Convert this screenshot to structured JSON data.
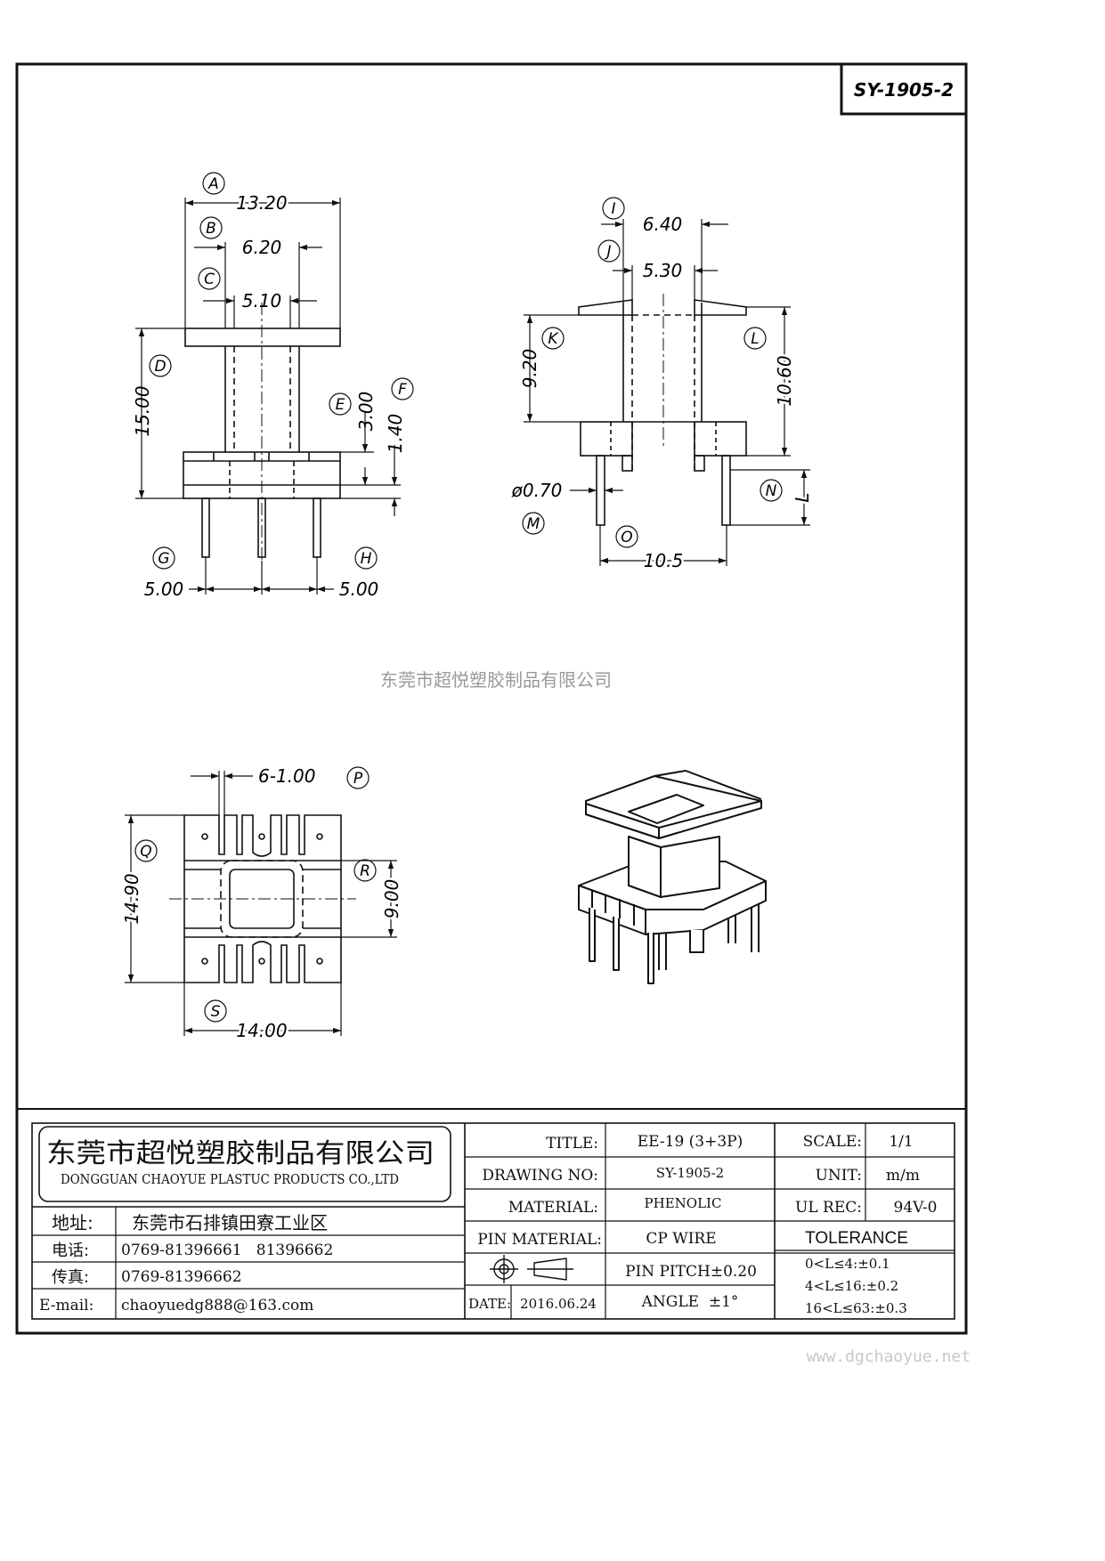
{
  "drawing_code": "SY-1905-2",
  "watermark": "东莞市超悦塑胶制品有限公司",
  "footer_url": "www.dgchaoyue.net",
  "front_view": {
    "dims": {
      "a": "13.20",
      "b": "6.20",
      "c": "5.10",
      "d": "15.00",
      "e": "3.00",
      "f": "1.40",
      "g": "5.00",
      "h": "5.00"
    },
    "labels": [
      "A",
      "B",
      "C",
      "D",
      "E",
      "F",
      "G",
      "H"
    ]
  },
  "side_view": {
    "dims": {
      "i": "6.40",
      "j": "5.30",
      "k": "9.20",
      "l": "10.60",
      "m": "ø0.70",
      "n": "L",
      "o": "10.5"
    },
    "labels": [
      "I",
      "J",
      "K",
      "L",
      "M",
      "N",
      "O"
    ]
  },
  "bottom_view": {
    "dims": {
      "p": "6-1.00",
      "q": "14.90",
      "r": "9.00",
      "s": "14.00"
    },
    "labels": [
      "P",
      "Q",
      "R",
      "S"
    ]
  },
  "title_block": {
    "company_cn": "东莞市超悦塑胶制品有限公司",
    "company_en": "DONGGUAN CHAOYUE PLASTUC PRODUCTS CO.,LTD",
    "address_label": "地址:",
    "address": "东莞市石排镇田寮工业区",
    "phone_label": "电话:",
    "phone": "0769-81396661   81396662",
    "fax_label": "传真:",
    "fax": "0769-81396662",
    "email_label": "E-mail:",
    "email": "chaoyuedg888@163.com",
    "title_label": "TITLE:",
    "title": "EE-19 (3+3P)",
    "drawing_no_label": "DRAWING NO:",
    "drawing_no": "SY-1905-2",
    "material_label": "MATERIAL:",
    "material": "PHENOLIC",
    "pin_material_label": "PIN MATERIAL:",
    "pin_material": "CP WIRE",
    "pin_pitch": "PIN PITCH±0.20",
    "angle": "ANGLE  ±1°",
    "date_label": "DATE:",
    "date": "2016.06.24",
    "scale_label": "SCALE:",
    "scale": "1/1",
    "unit_label": "UNIT:",
    "unit": "m/m",
    "ul_label": "UL REC:",
    "ul": "94V-0",
    "tolerance_label": "TOLERANCE",
    "tol1": "0<L≤4:±0.1",
    "tol2": "4<L≤16:±0.2",
    "tol3": "16<L≤63:±0.3"
  }
}
